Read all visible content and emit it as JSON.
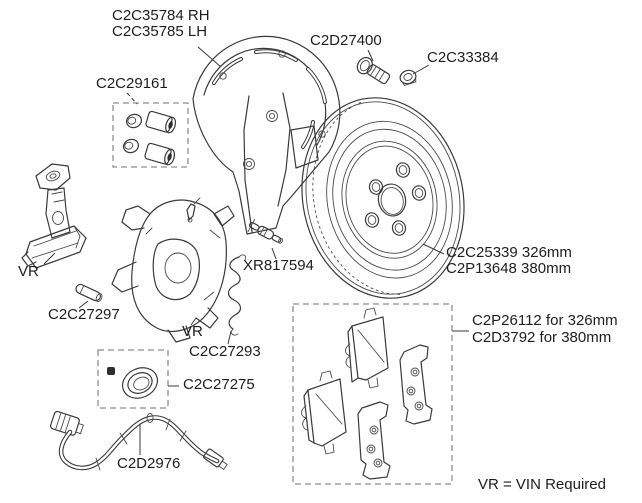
{
  "colors": {
    "background": "#ffffff",
    "line": "#3a3a3a",
    "text": "#1d1d24",
    "dashed_box": "#8e8e8e"
  },
  "footnote": "VR = VIN Required",
  "callouts": {
    "shield": {
      "line1": "C2C35784 RH",
      "line2": "C2C35785 LH"
    },
    "mounting_bolt": {
      "line1": "C2D27400"
    },
    "nut": {
      "line1": "C2C33384"
    },
    "sleeve_kit": {
      "line1": "C2C29161"
    },
    "bracket_vin": {
      "line1": "VR"
    },
    "guide_pin": {
      "line1": "C2C27297"
    },
    "retainer_pin": {
      "line1": "XR817594"
    },
    "caliper_vin": {
      "line1": "VR"
    },
    "spring_clip": {
      "line1": "C2C27293"
    },
    "seal_kit": {
      "line1": "C2C27275"
    },
    "wear_sensor": {
      "line1": "C2D2976"
    },
    "disc": {
      "line1": "C2C25339 326mm",
      "line2": "C2P13648 380mm"
    },
    "pads": {
      "line1": "C2P26112 for 326mm",
      "line2": "C2D3792 for 380mm"
    }
  }
}
